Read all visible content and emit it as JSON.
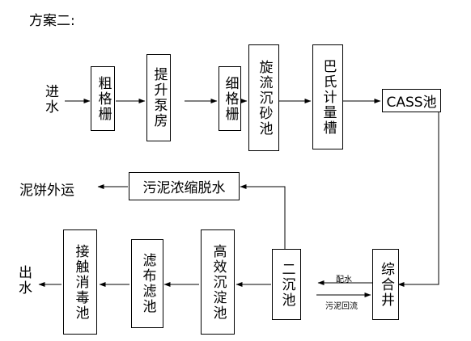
{
  "title": "方案二:",
  "inlet": "进水",
  "outlet": "出水",
  "sludge_out": "泥饼外运",
  "boxes": {
    "coarse_screen": "粗格栅",
    "lift_pump": "提升泵房",
    "fine_screen": "细格栅",
    "grit_chamber": "旋流沉砂池",
    "parshall": "巴氏计量槽",
    "cass": "CASS池",
    "sludge_dewater": "污泥浓缩脱水",
    "contact_disinfection": "接触消毒池",
    "cloth_filter": "滤布滤池",
    "hi_sedimentation": "高效沉淀池",
    "secondary_clarifier": "二沉池",
    "mixing_well": "综合井"
  },
  "flow_labels": {
    "distribute": "配水",
    "sludge_return": "污泥回流"
  }
}
